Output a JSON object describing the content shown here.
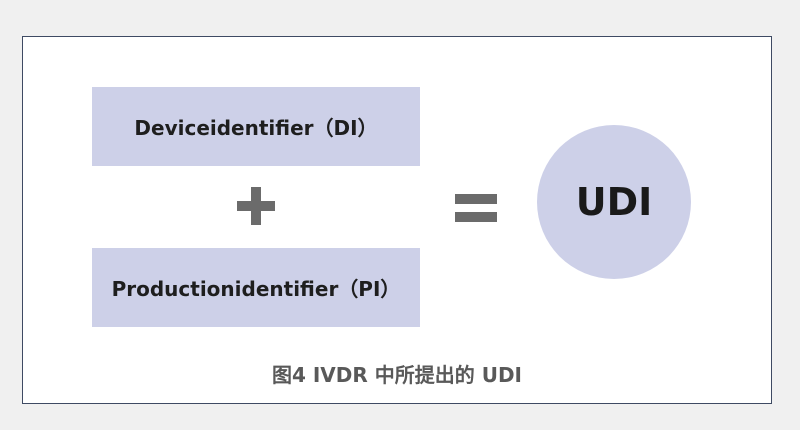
{
  "diagram": {
    "top_box_label": "Deviceidentifier（DI）",
    "bottom_box_label": "Productionidentifier（PI）",
    "result_label": "UDI",
    "caption": "图4 IVDR 中所提出的 UDI"
  },
  "icons": {
    "plus": "plus-icon",
    "equals": "equals-icon"
  },
  "colors": {
    "box_fill": "#cdd0e8",
    "operator": "#6b6b6b",
    "frame_border": "#3e4a63",
    "caption_text": "#595959"
  }
}
